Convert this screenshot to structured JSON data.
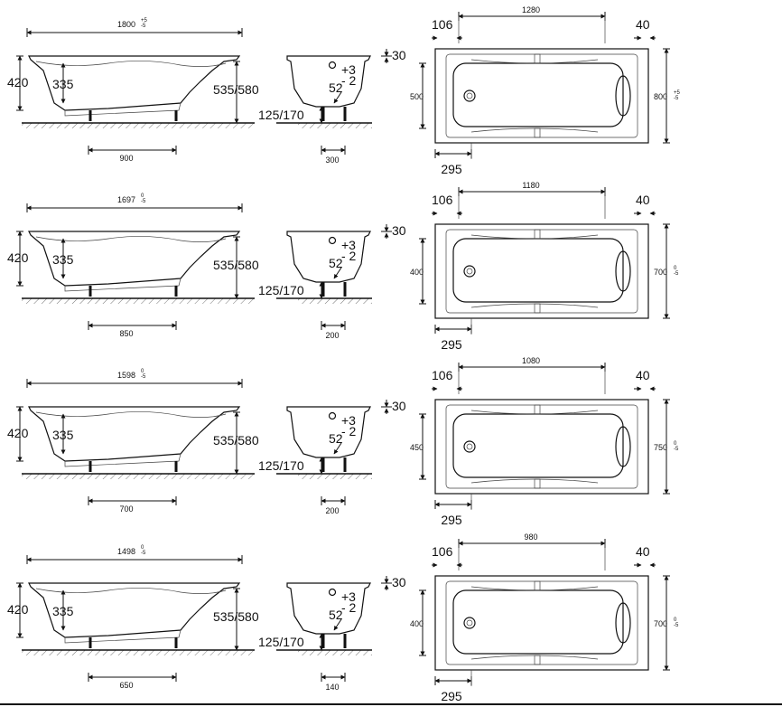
{
  "rows": [
    {
      "overall_length": "1800",
      "overall_length_tol_top": "+5",
      "overall_length_tol_bot": "-5",
      "depth_total": "420",
      "depth_inner": "335",
      "height_range": "535/580",
      "leg_spacing": "900",
      "end_offset": "30",
      "drain_tol_plus": "+3",
      "drain_tol_minus": "- 2",
      "drain_depth": "52",
      "leg_height": "125/170",
      "end_leg_spacing": "300",
      "plan_offset_left": "106",
      "plan_inner_length": "1280",
      "plan_offset_right": "40",
      "plan_inner_width": "500",
      "plan_width": "800",
      "plan_width_tol_top": "+5",
      "plan_width_tol_bot": "-5",
      "plan_drain_offset": "295"
    },
    {
      "overall_length": "1697",
      "overall_length_tol_top": "0",
      "overall_length_tol_bot": "-5",
      "depth_total": "420",
      "depth_inner": "335",
      "height_range": "535/580",
      "leg_spacing": "850",
      "end_offset": "30",
      "drain_tol_plus": "+3",
      "drain_tol_minus": "- 2",
      "drain_depth": "52",
      "leg_height": "125/170",
      "end_leg_spacing": "200",
      "plan_offset_left": "106",
      "plan_inner_length": "1180",
      "plan_offset_right": "40",
      "plan_inner_width": "400",
      "plan_width": "700",
      "plan_width_tol_top": "0",
      "plan_width_tol_bot": "-5",
      "plan_drain_offset": "295"
    },
    {
      "overall_length": "1598",
      "overall_length_tol_top": "0",
      "overall_length_tol_bot": "-5",
      "depth_total": "420",
      "depth_inner": "335",
      "height_range": "535/580",
      "leg_spacing": "700",
      "end_offset": "30",
      "drain_tol_plus": "+3",
      "drain_tol_minus": "- 2",
      "drain_depth": "52",
      "leg_height": "125/170",
      "end_leg_spacing": "200",
      "plan_offset_left": "106",
      "plan_inner_length": "1080",
      "plan_offset_right": "40",
      "plan_inner_width": "450",
      "plan_width": "750",
      "plan_width_tol_top": "0",
      "plan_width_tol_bot": "-5",
      "plan_drain_offset": "295"
    },
    {
      "overall_length": "1498",
      "overall_length_tol_top": "0",
      "overall_length_tol_bot": "-5",
      "depth_total": "420",
      "depth_inner": "335",
      "height_range": "535/580",
      "leg_spacing": "650",
      "end_offset": "30",
      "drain_tol_plus": "+3",
      "drain_tol_minus": "- 2",
      "drain_depth": "52",
      "leg_height": "125/170",
      "end_leg_spacing": "140",
      "plan_offset_left": "106",
      "plan_inner_length": "980",
      "plan_offset_right": "40",
      "plan_inner_width": "400",
      "plan_width": "700",
      "plan_width_tol_top": "0",
      "plan_width_tol_bot": "-5",
      "plan_drain_offset": "295"
    }
  ]
}
